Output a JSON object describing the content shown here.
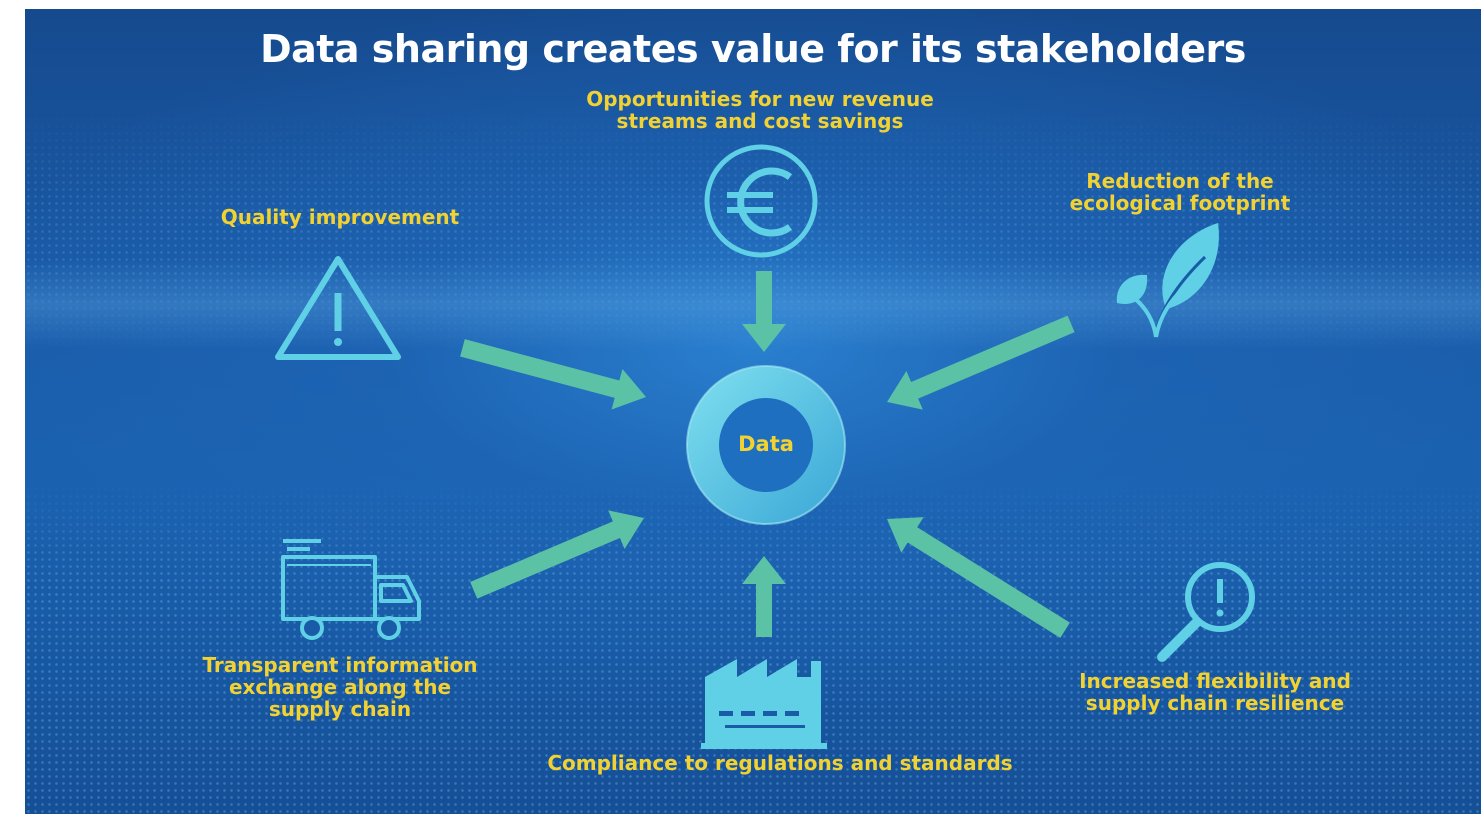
{
  "title": "Data sharing creates value for its stakeholders",
  "center_label": "Data",
  "nodes": {
    "revenue": {
      "lines": [
        "Opportunities for new revenue",
        "streams and cost savings"
      ],
      "icon": "euro-icon"
    },
    "quality": {
      "lines": [
        "Quality improvement"
      ],
      "icon": "warning-icon"
    },
    "ecology": {
      "lines": [
        "Reduction of the",
        "ecological footprint"
      ],
      "icon": "leaf-icon"
    },
    "transparency": {
      "lines": [
        "Transparent information",
        "exchange along the",
        "supply chain"
      ],
      "icon": "truck-icon"
    },
    "compliance": {
      "lines": [
        "Compliance to regulations and standards"
      ],
      "icon": "factory-icon"
    },
    "resilience": {
      "lines": [
        "Increased flexibility and",
        "supply chain resilience"
      ],
      "icon": "magnifier-alert-icon"
    }
  },
  "colors": {
    "background": "#1a5ba8",
    "title": "#ffffff",
    "label": "#f2d232",
    "arrow": "#5cc2a6",
    "icon": "#5fd0e6",
    "ring": "#4fc0dc",
    "ring_inner": "#1e6fc0"
  }
}
